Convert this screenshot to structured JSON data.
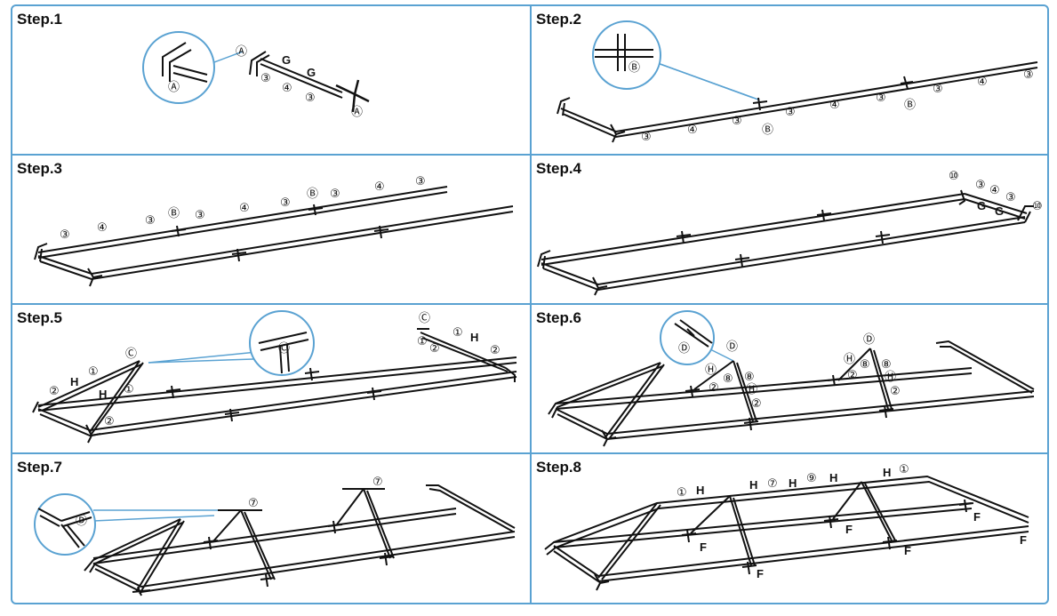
{
  "steps": [
    {
      "title": "Step.1",
      "labels": [
        "Ⓐ",
        "G",
        "G",
        "③",
        "④",
        "③",
        "Ⓐ",
        "Ⓐ"
      ]
    },
    {
      "title": "Step.2",
      "labels": [
        "Ⓑ",
        "③",
        "④",
        "③",
        "Ⓑ",
        "③",
        "④",
        "③",
        "Ⓑ",
        "③",
        "④",
        "③"
      ]
    },
    {
      "title": "Step.3",
      "labels": [
        "③",
        "④",
        "③",
        "Ⓑ",
        "③",
        "④",
        "③",
        "Ⓑ",
        "③",
        "④",
        "③"
      ]
    },
    {
      "title": "Step.4",
      "labels": [
        "⑩",
        "③",
        "④",
        "③",
        "G",
        "G",
        "⑩"
      ]
    },
    {
      "title": "Step.5",
      "labels": [
        "Ⓒ",
        "Ⓒ",
        "H",
        "①",
        "②",
        "H",
        "①",
        "②",
        "Ⓒ",
        "①",
        "H",
        "①",
        "②",
        "②"
      ]
    },
    {
      "title": "Step.6",
      "labels": [
        "Ⓓ",
        "Ⓓ",
        "Ⓗ",
        "⑧",
        "⑧",
        "Ⓗ",
        "②",
        "②",
        "Ⓓ",
        "Ⓗ",
        "⑧",
        "⑧",
        "Ⓗ",
        "②",
        "②"
      ]
    },
    {
      "title": "Step.7",
      "labels": [
        "Ⓓ",
        "⑦",
        "⑦"
      ]
    },
    {
      "title": "Step.8",
      "labels": [
        "①",
        "H",
        "H",
        "⑦",
        "H",
        "⑨",
        "H",
        "H",
        "①",
        "F",
        "F",
        "F",
        "F",
        "F",
        "F"
      ]
    }
  ],
  "colors": {
    "border": "#5aa2d2",
    "line": "#111111"
  }
}
